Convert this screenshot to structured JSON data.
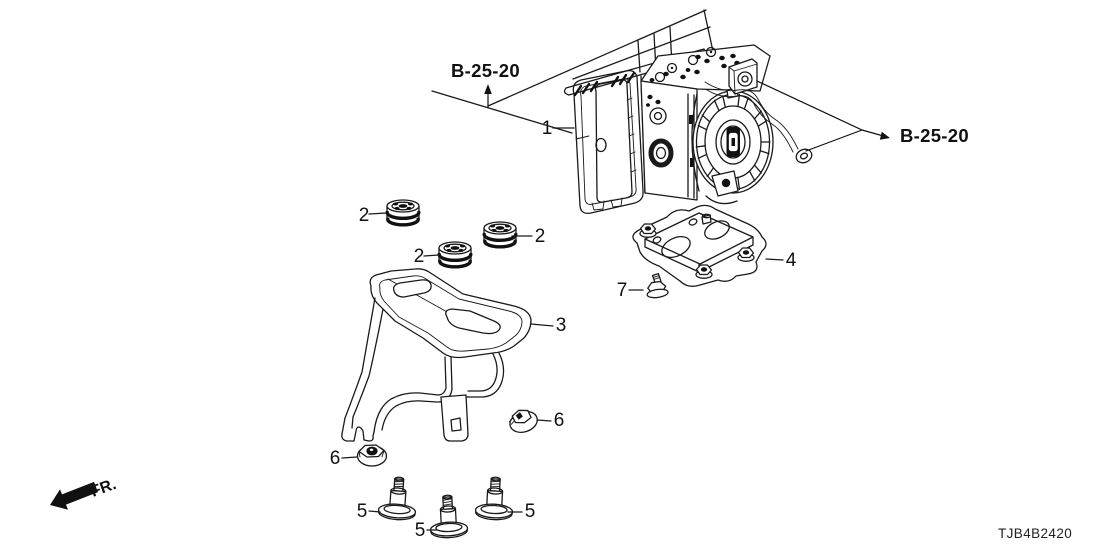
{
  "diagram": {
    "background_color": "#ffffff",
    "line_color": "#1a1a1a",
    "footer_code": "TJB4B2420",
    "direction_indicator": "FR.",
    "reference_labels": {
      "left": "B-25-20",
      "right": "B-25-20"
    },
    "callouts": {
      "item1": "1",
      "item2a": "2",
      "item2b": "2",
      "item2c": "2",
      "item3": "3",
      "item4": "4",
      "item5a": "5",
      "item5b": "5",
      "item5c": "5",
      "item6a": "6",
      "item6b": "6",
      "item7": "7"
    }
  }
}
